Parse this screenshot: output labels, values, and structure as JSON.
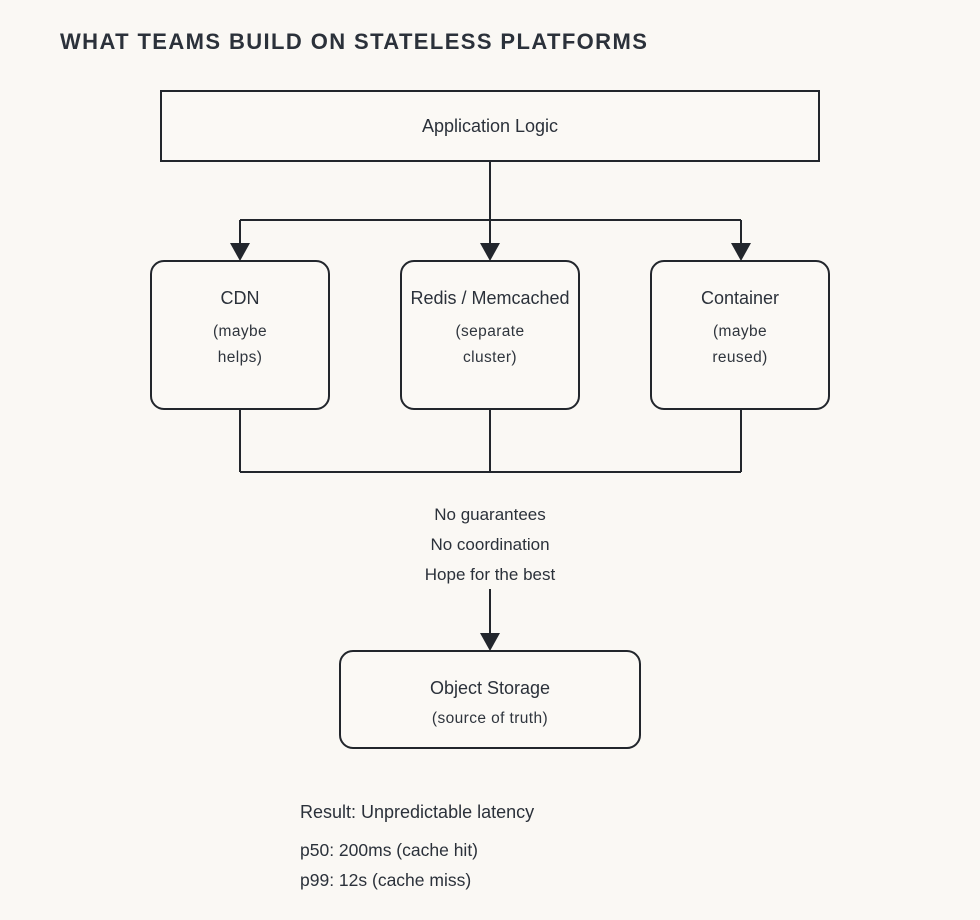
{
  "title": "WHAT TEAMS BUILD ON STATELESS PLATFORMS",
  "nodes": {
    "application_logic": {
      "label": "Application Logic"
    },
    "cdn": {
      "label": "CDN",
      "note1": "(maybe",
      "note2": "helps)"
    },
    "redis": {
      "label": "Redis / Memcached",
      "note1": "(separate",
      "note2": "cluster)"
    },
    "container": {
      "label": "Container",
      "note1": "(maybe",
      "note2": "reused)"
    },
    "object_storage": {
      "label": "Object Storage",
      "note": "(source of truth)"
    }
  },
  "free_text": {
    "lines": [
      "No guarantees",
      "No coordination",
      "Hope for the best"
    ]
  },
  "result": {
    "title": "Result: Unpredictable latency",
    "p50": "p50: 200ms (cache hit)",
    "p99": "p99: 12s (cache miss)"
  },
  "colors": {
    "background": "#faf8f4",
    "line": "#22262c",
    "text": "#2b313a"
  }
}
